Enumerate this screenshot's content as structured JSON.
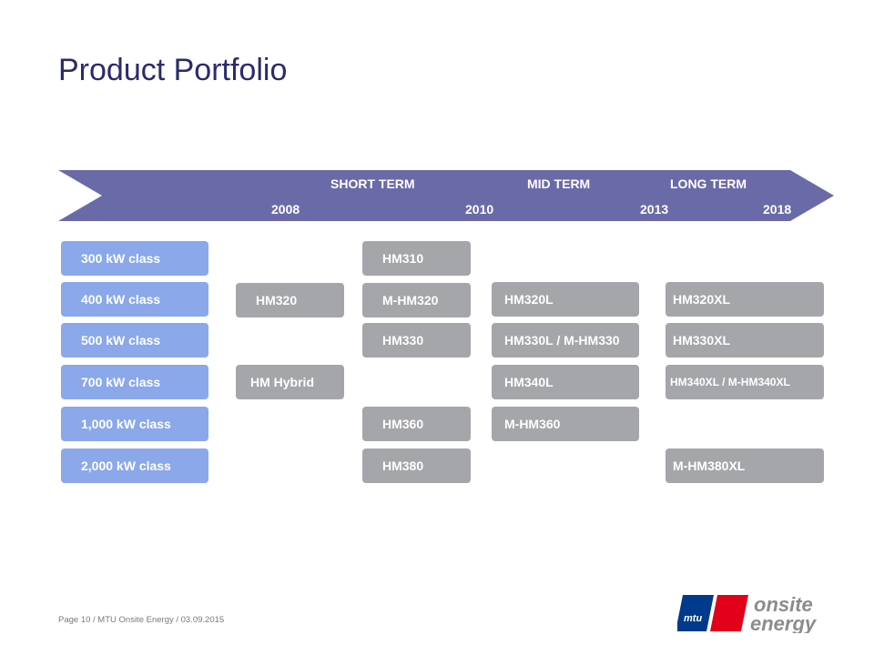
{
  "title": "Product Portfolio",
  "timeline": {
    "terms": [
      "SHORT TERM",
      "MID TERM",
      "LONG TERM"
    ],
    "years": [
      "2008",
      "2010",
      "2013",
      "2018"
    ]
  },
  "classes": [
    "300 kW class",
    "400 kW class",
    "500 kW class",
    "700 kW class",
    "1,000 kW class",
    "2,000 kW class"
  ],
  "products": {
    "hm320": "HM320",
    "hm_hybrid": "HM Hybrid",
    "hm310": "HM310",
    "m_hm320": "M-HM320",
    "hm330": "HM330",
    "hm360": "HM360",
    "hm380": "HM380",
    "hm320l": "HM320L",
    "hm330l": "HM330L / M-HM330",
    "hm340l": "HM340L",
    "m_hm360": "M-HM360",
    "hm320xl": "HM320XL",
    "hm330xl": "HM330XL",
    "hm340xl": "HM340XL / M-HM340XL",
    "m_hm380xl": "M-HM380XL"
  },
  "footer": "Page 10 / MTU Onsite Energy / 03.09.2015",
  "logo": {
    "mark": "mtu",
    "line1": "onsite",
    "line2": "energy"
  },
  "colors": {
    "title": "#2b2a6e",
    "timeline_arrow": "#6b6aa8",
    "class_box": "#8aa8ea",
    "product_box": "#a5a6aa",
    "logo_red": "#e2001a",
    "logo_blue": "#003a8c",
    "logo_gray": "#8c8c8c"
  }
}
